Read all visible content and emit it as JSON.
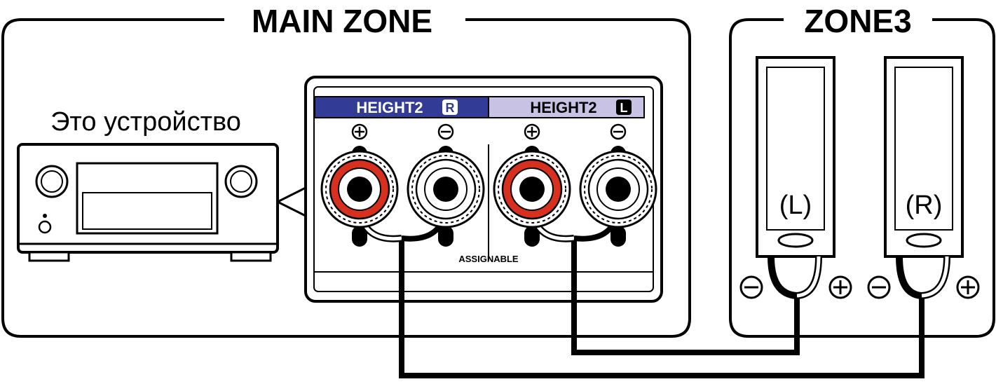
{
  "zones": {
    "main_title": "MAIN ZONE",
    "zone3_title": "ZONE3"
  },
  "device": {
    "label": "Это устройство"
  },
  "terminal_panel": {
    "right_channel": {
      "label": "HEIGHT2",
      "badge": "R"
    },
    "left_channel": {
      "label": "HEIGHT2",
      "badge": "L"
    },
    "assignable_label": "ASSIGNABLE"
  },
  "speakers": [
    {
      "label": "(L)"
    },
    {
      "label": "(R)"
    }
  ],
  "colors": {
    "line": "#000000",
    "terminal_red": "#d7301f",
    "band_right": "#323c96",
    "band_left": "#c8c3e4",
    "panel_bg": "#ffffff"
  },
  "icons": [
    "plus-sign-icon",
    "minus-sign-icon",
    "speaker-terminal-icon",
    "av-receiver-icon",
    "speaker-icon"
  ]
}
